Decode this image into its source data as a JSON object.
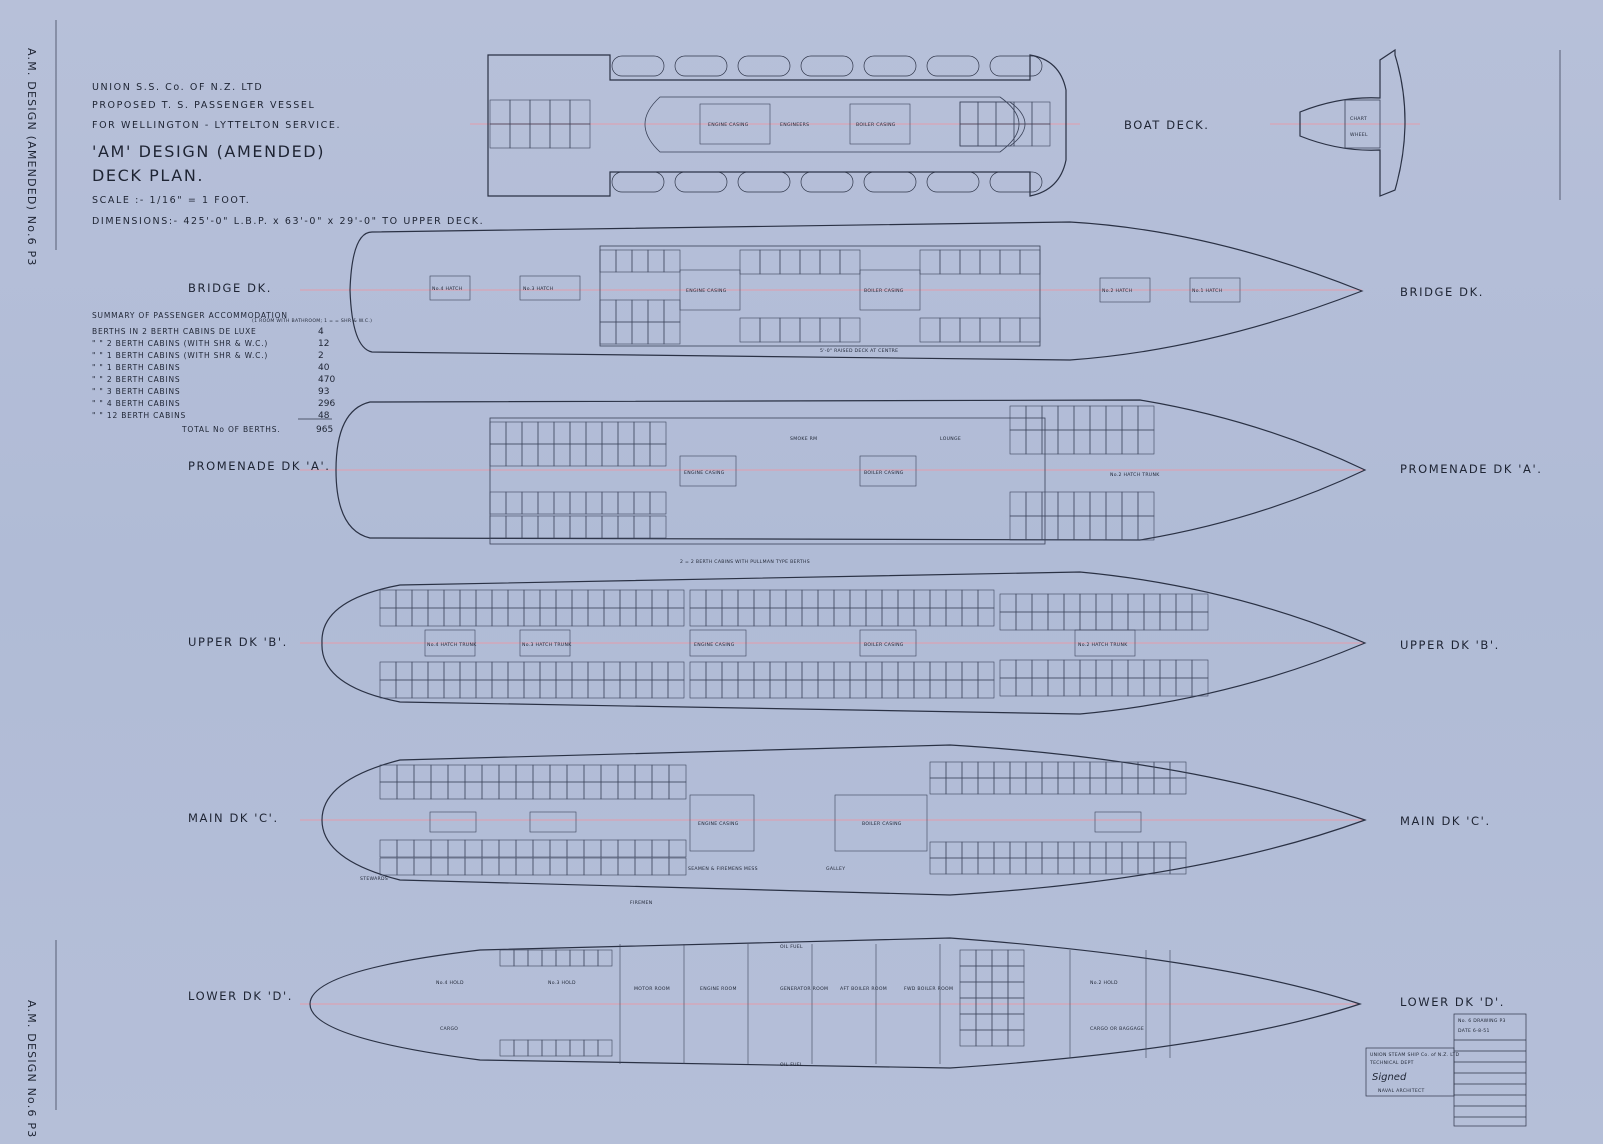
{
  "title_block": {
    "owner": "UNION S.S. Co. OF N.Z. LTD",
    "proposal": "PROPOSED T. S. PASSENGER VESSEL",
    "service": "FOR WELLINGTON - LYTTELTON SERVICE.",
    "design": "'AM' DESIGN (AMENDED)",
    "plan": "DECK PLAN.",
    "scale": "SCALE :- 1/16\" = 1 FOOT.",
    "dimensions": "DIMENSIONS:- 425'-0\" L.B.P. x 63'-0\" x 29'-0\" TO UPPER DECK."
  },
  "margin_notes": {
    "left_top": "A.M. DESIGN (AMENDED) No.6 P3",
    "left_bottom": "A.M. DESIGN No.6 P3"
  },
  "summary": {
    "heading": "SUMMARY OF PASSENGER ACCOMMODATION",
    "note": "(1 ROOM WITH BATHROOM; 1 = = SHR & W.C.)",
    "rows": [
      {
        "label": "BERTHS IN 2 BERTH CABINS DE LUXE",
        "value": "4"
      },
      {
        "label": "\"   \"  2 BERTH CABINS (WITH SHR & W.C.)",
        "value": "12"
      },
      {
        "label": "\"   \"  1 BERTH CABINS (WITH SHR & W.C.)",
        "value": "2"
      },
      {
        "label": "\"   \"  1 BERTH CABINS",
        "value": "40"
      },
      {
        "label": "\"   \"  2 BERTH CABINS",
        "value": "470"
      },
      {
        "label": "\"   \"  3 BERTH CABINS",
        "value": "93"
      },
      {
        "label": "\"   \"  4 BERTH CABINS",
        "value": "296"
      },
      {
        "label": "\"   \"  12 BERTH CABINS",
        "value": "48"
      }
    ],
    "total_label": "TOTAL No OF BERTHS.",
    "total_value": "965"
  },
  "decks": {
    "boat": {
      "label": "BOAT DECK.",
      "rooms": [
        "ENGINE CASING",
        "BOILER CASING",
        "ENGINEERS",
        "CHART",
        "WHEEL"
      ]
    },
    "bridge": {
      "label_left": "BRIDGE DK.",
      "label_right": "BRIDGE DK.",
      "rooms": [
        "ENGINE CASING",
        "BOILER CASING",
        "No.4 HATCH",
        "No.3 HATCH",
        "No.2 HATCH",
        "No.1 HATCH"
      ],
      "note": "5'-0\" RAISED DECK AT CENTRE"
    },
    "promenade": {
      "label_left": "PROMENADE DK 'A'.",
      "label_right": "PROMENADE DK 'A'.",
      "rooms": [
        "ENGINE CASING",
        "BOILER CASING",
        "LOUNGE",
        "SMOKE RM",
        "No.2 HATCH TRUNK"
      ]
    },
    "upper": {
      "label_left": "UPPER DK 'B'.",
      "label_right": "UPPER DK 'B'.",
      "note": "2 = 2 BERTH CABINS WITH PULLMAN TYPE BERTHS",
      "rooms": [
        "ENGINE CASING",
        "BOILER CASING",
        "No.4 HATCH TRUNK",
        "No.3 HATCH TRUNK",
        "No.2 HATCH TRUNK"
      ]
    },
    "main": {
      "label_left": "MAIN DK 'C'.",
      "label_right": "MAIN DK 'C'.",
      "rooms": [
        "ENGINE CASING",
        "BOILER CASING",
        "GALLEY",
        "SEAMEN & FIREMENS MESS",
        "STEWARDS",
        "FIREMEN"
      ]
    },
    "lower": {
      "label_left": "LOWER DK 'D'.",
      "label_right": "LOWER DK 'D'.",
      "rooms": [
        "ENGINE ROOM",
        "GENERATOR ROOM",
        "AFT BOILER ROOM",
        "FWD BOILER ROOM",
        "MOTOR ROOM",
        "CARGO",
        "CARGO OR BAGGAGE",
        "No.4 HOLD",
        "No.3 HOLD",
        "No.2 HOLD"
      ],
      "fuel_label": "OIL FUEL"
    }
  },
  "stamp": {
    "lines": [
      "UNION STEAM SHIP Co. of N.Z. LTD",
      "TECHNICAL DEPT",
      "No. 6 DRAWING P3",
      "DATE 6-8-51"
    ],
    "signature": "Signed",
    "role": "NAVAL ARCHITECT"
  }
}
